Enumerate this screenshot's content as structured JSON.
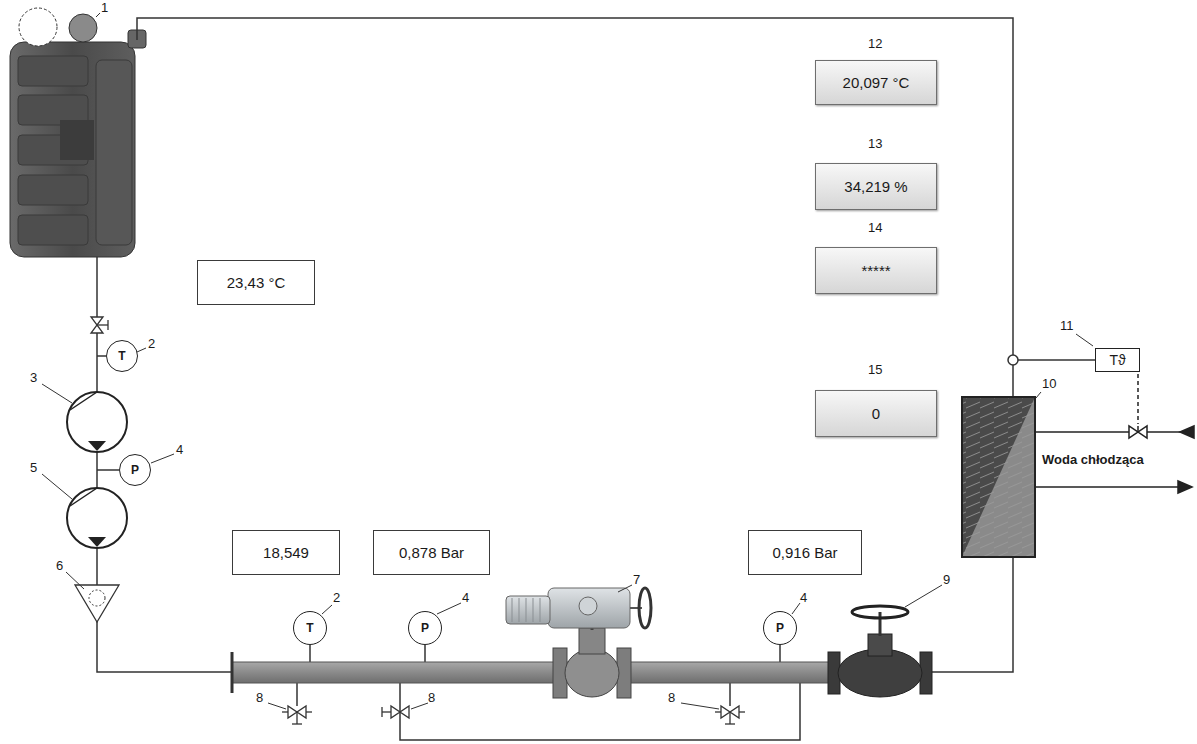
{
  "diagram": {
    "nodes": [
      {
        "text": [
          "20,097 °C"
        ]
      },
      {
        "text": [
          "34,219 %"
        ]
      },
      {
        "text": [
          "*****"
        ]
      },
      {
        "text": [
          "23,43 °C"
        ]
      },
      {
        "text": [
          "T"
        ]
      },
      {
        "text": [
          "Tϑ"
        ]
      },
      {
        "text": [
          "0"
        ]
      },
      {
        "text": [
          "P"
        ]
      },
      {
        "text": [
          "18,549"
        ]
      },
      {
        "text": [
          "0,878 Bar"
        ]
      },
      {
        "text": [
          "0,916 Bar"
        ]
      },
      {
        "text": [
          "T"
        ]
      },
      {
        "text": [
          "P"
        ]
      },
      {
        "text": [
          "P"
        ]
      }
    ],
    "labels": [
      "1",
      "12",
      "13",
      "14",
      "11",
      "2",
      "15",
      "3",
      "10",
      "4",
      "Woda chłodząca",
      "5",
      "6",
      "7",
      "9",
      "2",
      "4",
      "4",
      "8",
      "8",
      "8"
    ]
  }
}
